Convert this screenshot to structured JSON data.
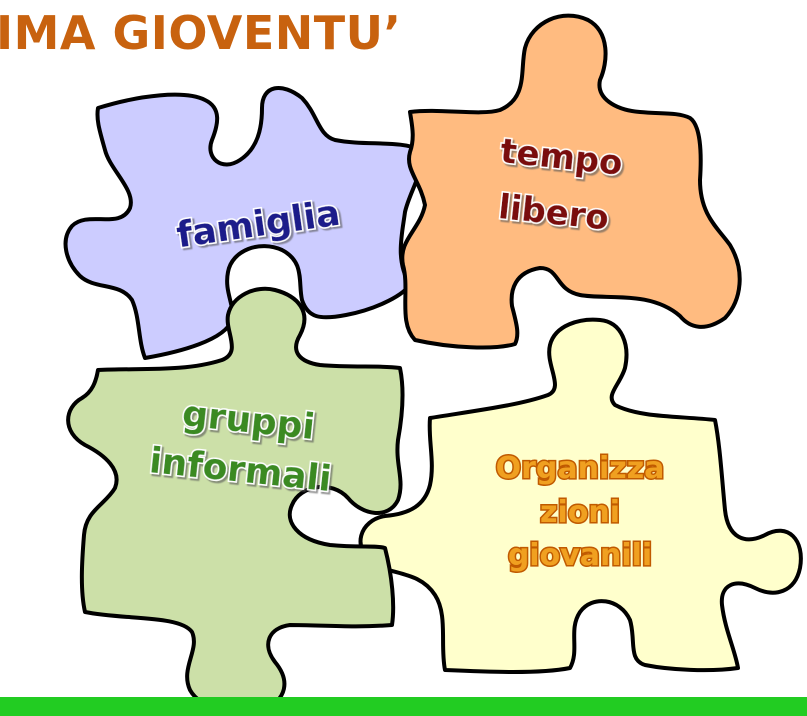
{
  "title": "IMA GIOVENTU’",
  "pieces": {
    "famiglia": {
      "label": "famiglia",
      "fill": "#ccccff",
      "text_color": "#1a1a8a"
    },
    "tempo_libero": {
      "lines": [
        "tempo",
        "libero"
      ],
      "fill": "#ffbb80",
      "text_color": "#7a0a0a"
    },
    "gruppi_informali": {
      "lines": [
        "gruppi",
        "informali"
      ],
      "fill": "#cce0a8",
      "text_color": "#3a8a22"
    },
    "organizzazioni_giovanili": {
      "lines": [
        "Organizza",
        "zioni",
        "giovanili"
      ],
      "fill": "#ffffcc",
      "text_color": "#f0a020"
    }
  },
  "bottom_bar_color": "#22cc22"
}
